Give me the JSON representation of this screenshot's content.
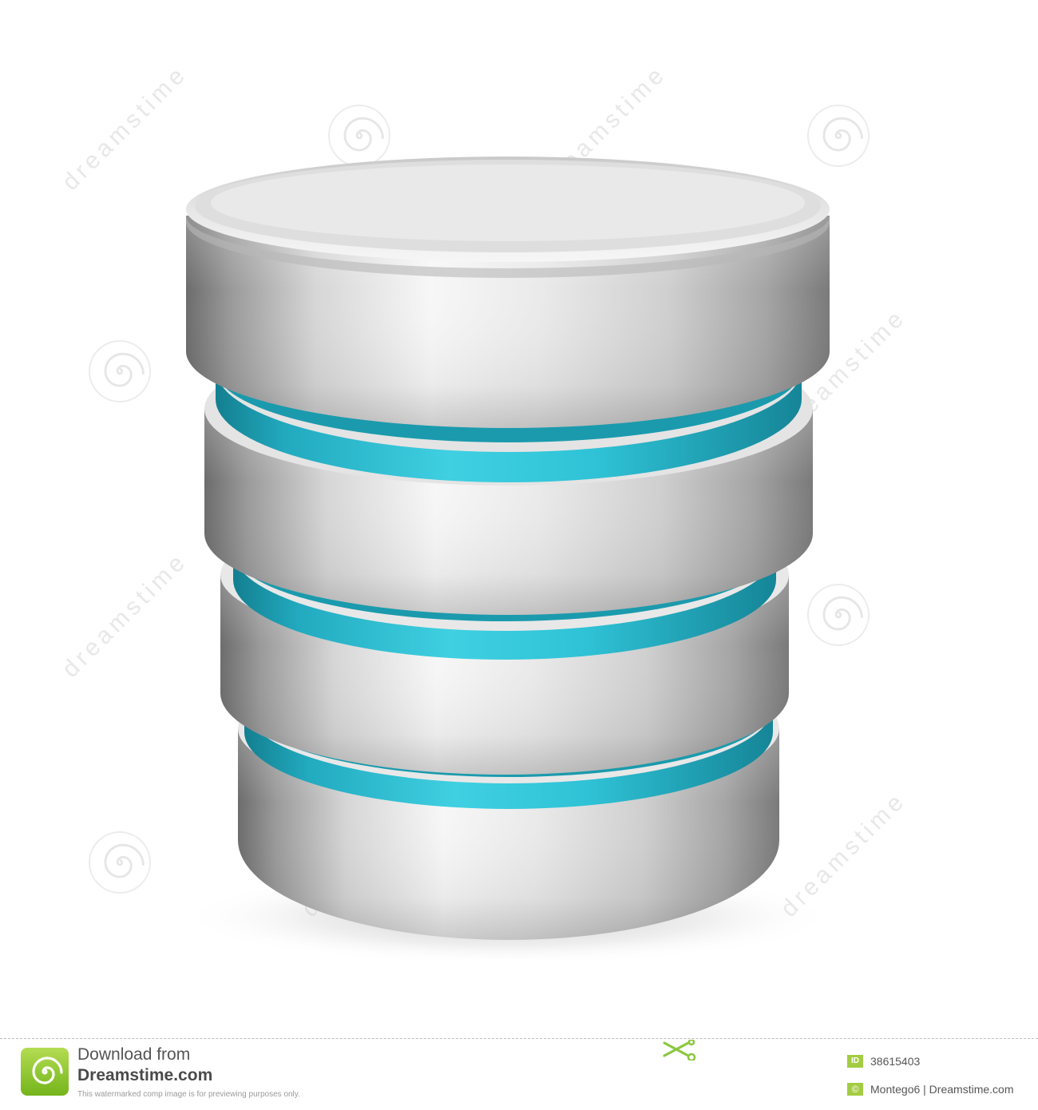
{
  "image": {
    "subject": "database-cylinder-icon",
    "colors": {
      "background": "#ffffff",
      "metal_light": "#f2f2f2",
      "metal_mid": "#c4c4c4",
      "metal_dark": "#7d7d7d",
      "accent_ring": "#2fc3d6"
    }
  },
  "watermark": {
    "text": "dreamstime",
    "icon": "spiral-logo-icon"
  },
  "footer": {
    "download_label": "Download from",
    "brand": "Dreamstime.com",
    "disclaimer": "This watermarked comp image is for previewing purposes only.",
    "id_badge": "ID",
    "image_id": "38615403",
    "copyright_symbol": "©",
    "credit": "Montego6 | Dreamstime.com",
    "logo_icon": "dreamstime-logo-icon",
    "scissors_icon": "scissors-icon",
    "brand_color": "#8cc63f"
  }
}
